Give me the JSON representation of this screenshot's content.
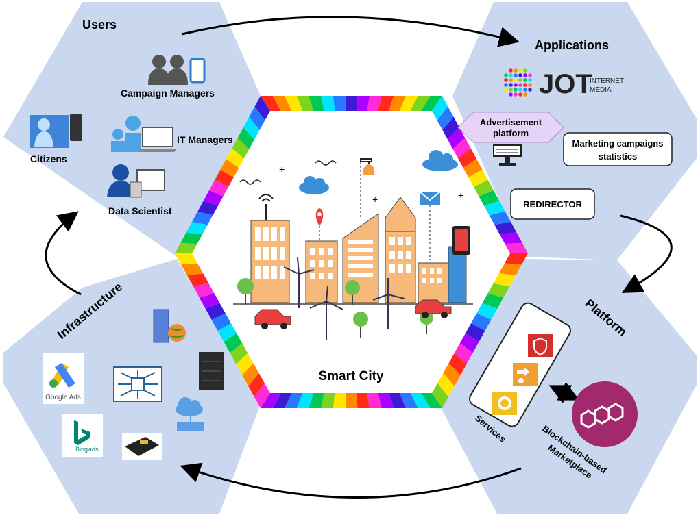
{
  "colors": {
    "panel": "#c9d8ee",
    "center_fill": "#ffffff",
    "rainbow": [
      "#ff2a1a",
      "#ff8a00",
      "#ffe600",
      "#7ed321",
      "#00c853",
      "#00e5ff",
      "#2979ff",
      "#3d1bd6",
      "#aa00ff",
      "#ff2bd6"
    ],
    "marketplace": "#a3296f",
    "advert_fill": "#e6d3f5"
  },
  "center": {
    "title": "Smart City"
  },
  "users": {
    "heading": "Users",
    "campaign_managers": "Campaign Managers",
    "it_managers": "IT Managers",
    "citizens": "Citizens",
    "data_scientist": "Data Scientist"
  },
  "applications": {
    "heading": "Applications",
    "logo_word": "JOT",
    "logo_line1": "INTERNET",
    "logo_line2": "MEDIA",
    "advert_line1": "Advertisement",
    "advert_line2": "platform",
    "marketing_line1": "Marketing campaigns",
    "marketing_line2": "statistics",
    "redirector": "REDIRECTOR"
  },
  "platform": {
    "heading": "Platform",
    "services": "Services",
    "marketplace_line1": "Blockchain-based",
    "marketplace_line2": "Marketplace"
  },
  "infrastructure": {
    "heading": "Infrastructure",
    "google_ads": "Google Ads",
    "bing_word": "Bing",
    "bing_ads": "ads"
  }
}
